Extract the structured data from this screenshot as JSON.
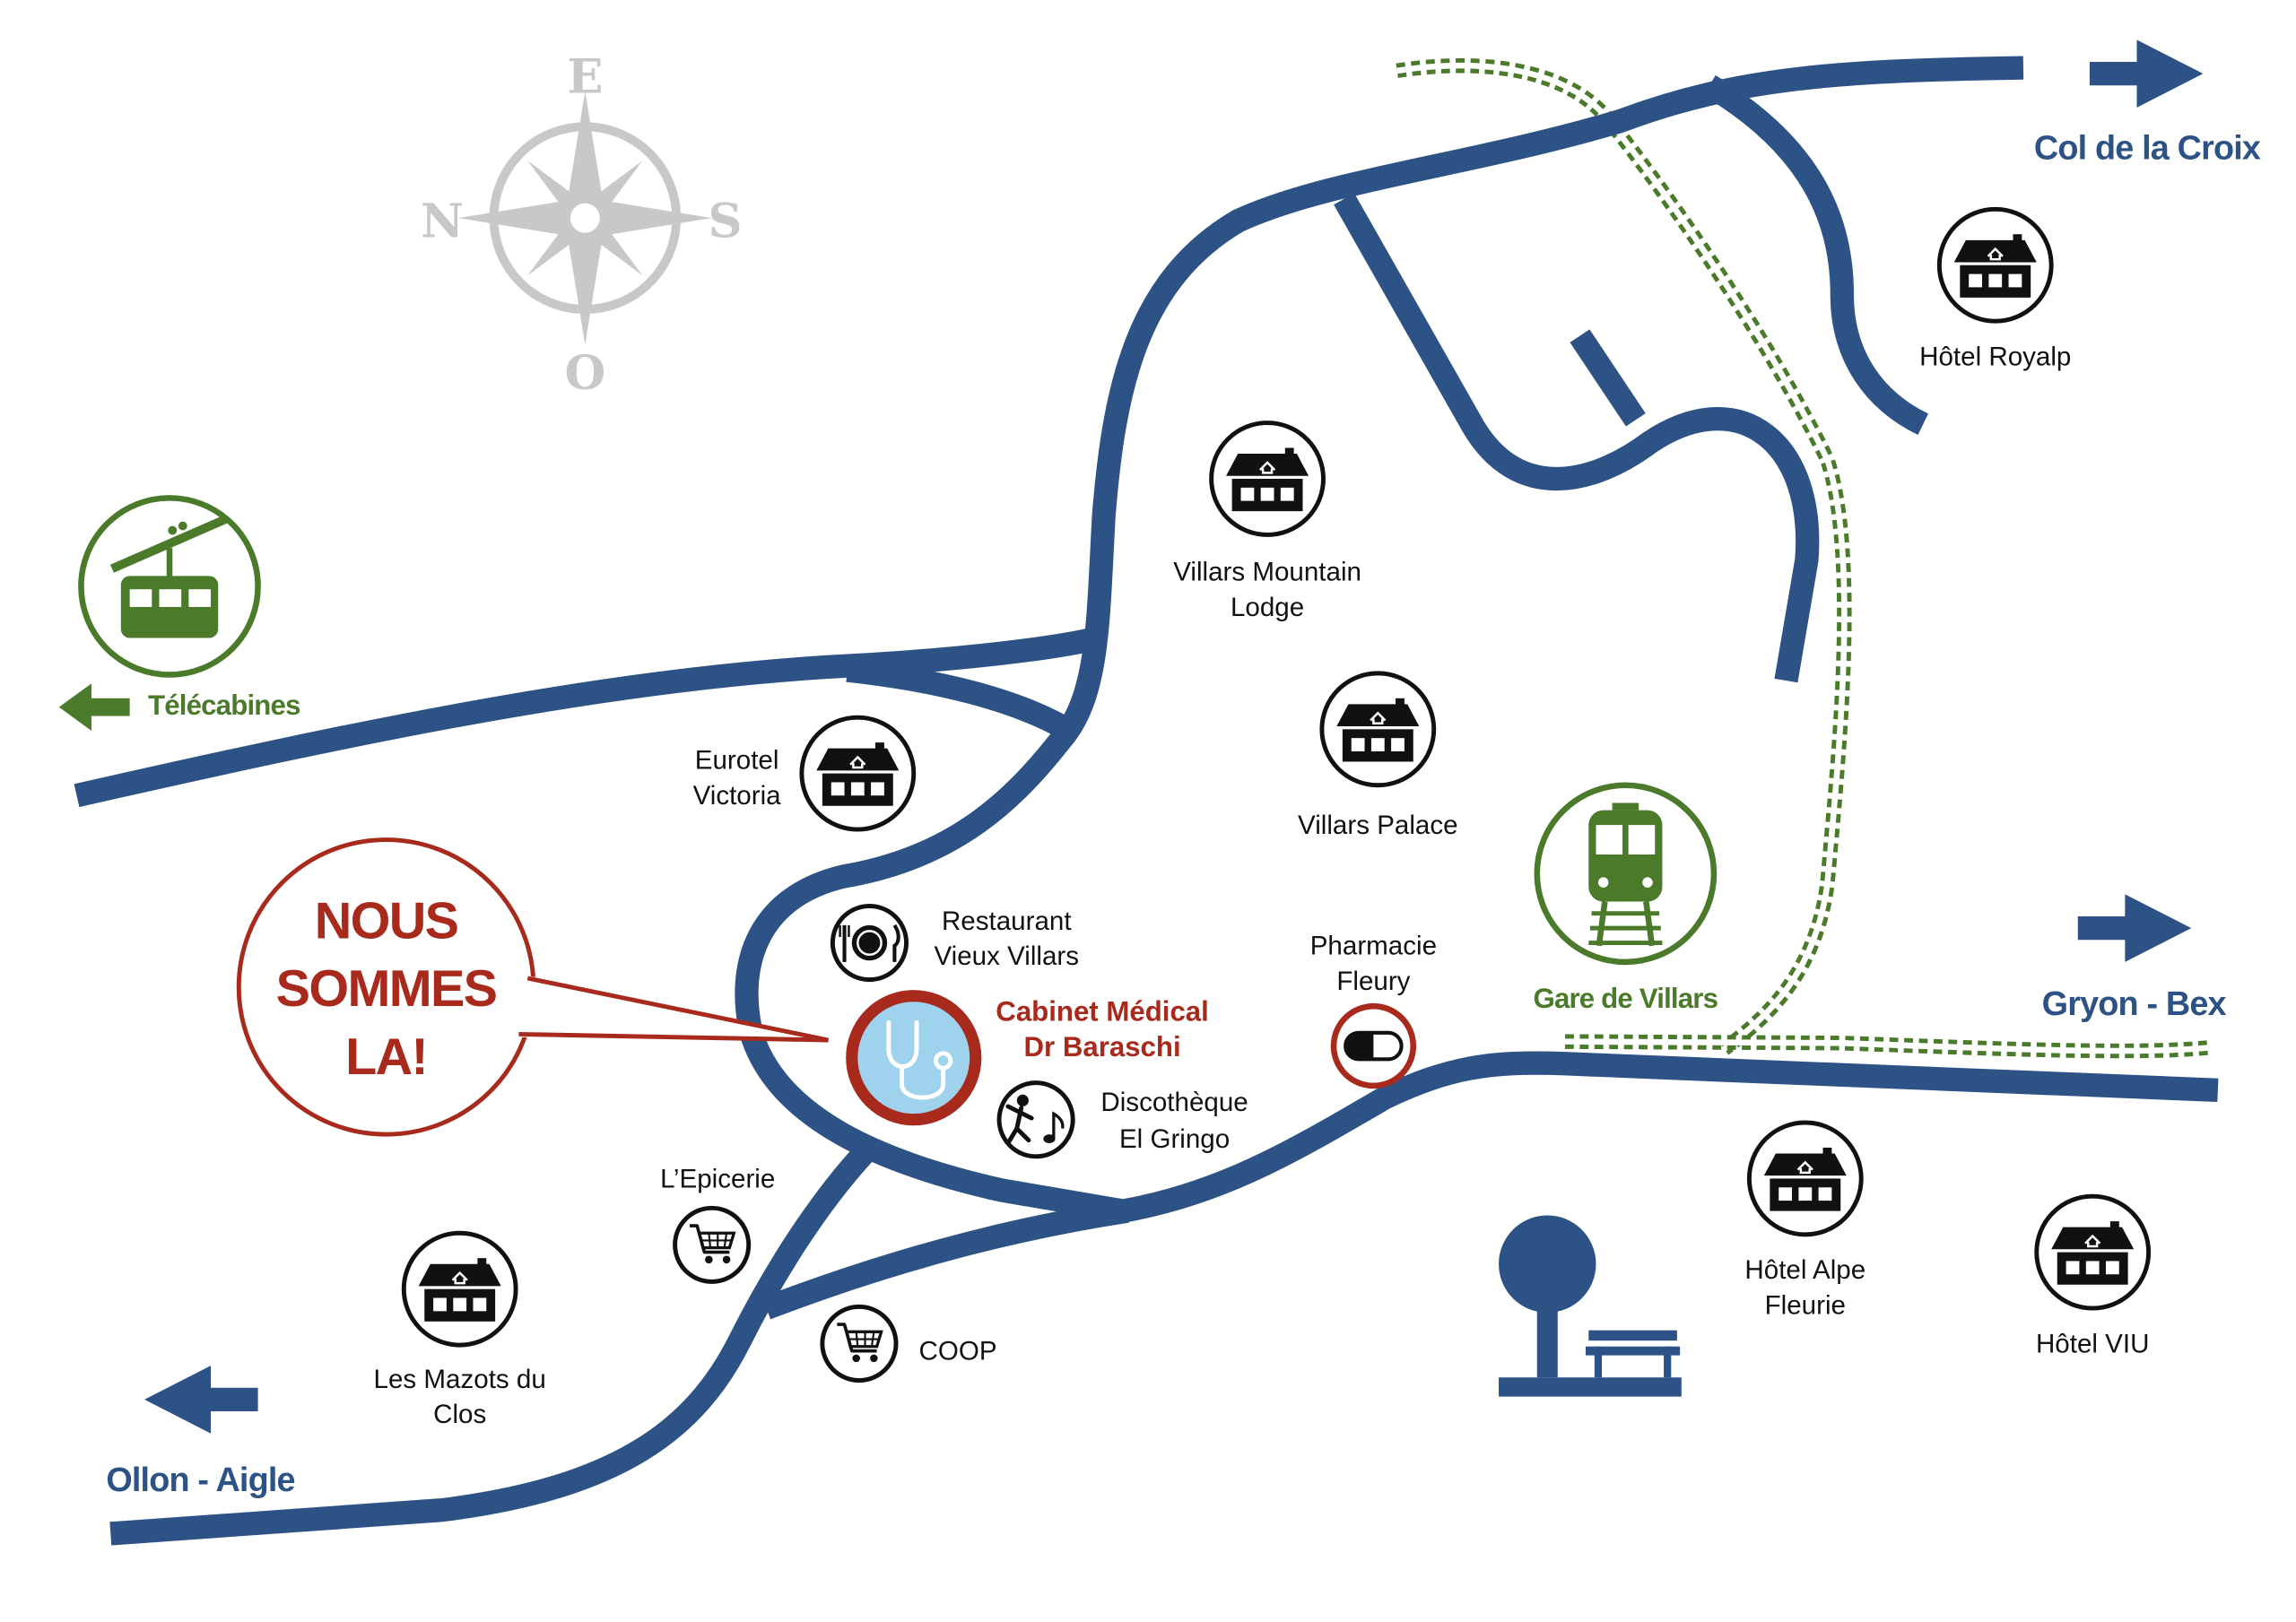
{
  "compass": {
    "top": "E",
    "left": "N",
    "right": "S",
    "bottom": "O"
  },
  "routes": {
    "col_de_la_croix": "Col de la Croix",
    "gryon_bex": "Gryon - Bex",
    "ollon_aigle": "Ollon - Aigle"
  },
  "telecabines": {
    "label": "Télécabines"
  },
  "train_station": {
    "label": "Gare de Villars"
  },
  "callout": {
    "lines": [
      "NOUS",
      "SOMMES",
      "LA!"
    ]
  },
  "clinic": {
    "lines": [
      "Cabinet Médical",
      "Dr Baraschi"
    ]
  },
  "hotels": {
    "royalp": {
      "lines": [
        "Hôtel Royalp"
      ]
    },
    "mountain_lodge": {
      "lines": [
        "Villars Mountain",
        "Lodge"
      ]
    },
    "palace": {
      "lines": [
        "Villars Palace"
      ]
    },
    "eurotel": {
      "lines": [
        "Eurotel",
        "Victoria"
      ]
    },
    "mazots": {
      "lines": [
        "Les Mazots du",
        "Clos"
      ]
    },
    "alpe_fleurie": {
      "lines": [
        "Hôtel Alpe",
        "Fleurie"
      ]
    },
    "viu": {
      "lines": [
        "Hôtel VIU"
      ]
    }
  },
  "places": {
    "restaurant": {
      "lines": [
        "Restaurant",
        "Vieux Villars"
      ]
    },
    "pharmacy": {
      "lines": [
        "Pharmacie",
        "Fleury"
      ]
    },
    "disco": {
      "lines": [
        "Discothèque",
        "El Gringo"
      ]
    },
    "epicerie": {
      "lines": [
        "L’Epicerie"
      ]
    },
    "coop": {
      "lines": [
        "COOP"
      ]
    }
  },
  "icons": {
    "hotel": "house-icon",
    "restaurant": "plate-cutlery-icon",
    "pharmacy": "pill-icon",
    "clinic": "stethoscope-icon",
    "disco": "dancer-music-icon",
    "shop": "shopping-cart-icon",
    "cable_car": "gondola-icon",
    "train": "train-icon",
    "park": "tree-bench-icon",
    "compass": "compass-rose-icon",
    "direction": "arrow-icon"
  },
  "colors": {
    "road": "#2d5386",
    "rail": "#4a7a2a",
    "clinic": "#a82a1d",
    "compass": "#c8c8c8",
    "clinic_fill": "#9fd2ec"
  }
}
